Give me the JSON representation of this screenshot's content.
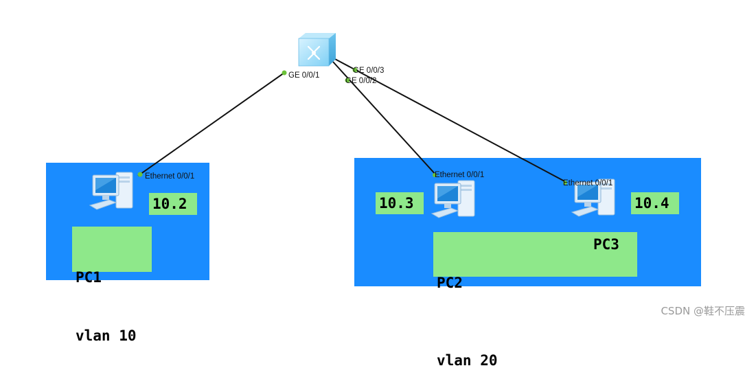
{
  "zones": {
    "left": {
      "color": "#1a8cff"
    },
    "right": {
      "color": "#1a8cff"
    }
  },
  "devices": {
    "switch": {
      "icon": "switch-icon"
    },
    "pc1": {
      "icon": "pc-icon",
      "ip": "10.2",
      "name": "PC1",
      "vlan": "vlan 10"
    },
    "pc2": {
      "icon": "pc-icon",
      "ip": "10.3",
      "name": "PC2"
    },
    "pc3": {
      "icon": "pc-icon",
      "ip": "10.4",
      "name": "PC3"
    },
    "group_right_vlan": "vlan 20"
  },
  "ports": {
    "switch_ge001": "GE 0/0/1",
    "switch_ge002": "GE 0/0/2",
    "switch_ge003": "GE 0/0/3",
    "pc1_eth": "Ethernet 0/0/1",
    "pc2_eth": "Ethernet 0/0/1",
    "pc3_eth": "Ethernet 0/0/1"
  },
  "links": [
    {
      "from": "switch:GE 0/0/1",
      "to": "PC1:Ethernet 0/0/1"
    },
    {
      "from": "switch:GE 0/0/2",
      "to": "PC2:Ethernet 0/0/1"
    },
    {
      "from": "switch:GE 0/0/3",
      "to": "PC3:Ethernet 0/0/1"
    }
  ],
  "colors": {
    "label_box": "#8ee88a",
    "port_dot": "#6cc23a",
    "link": "#111111"
  },
  "watermark": "CSDN @鞋不压震"
}
